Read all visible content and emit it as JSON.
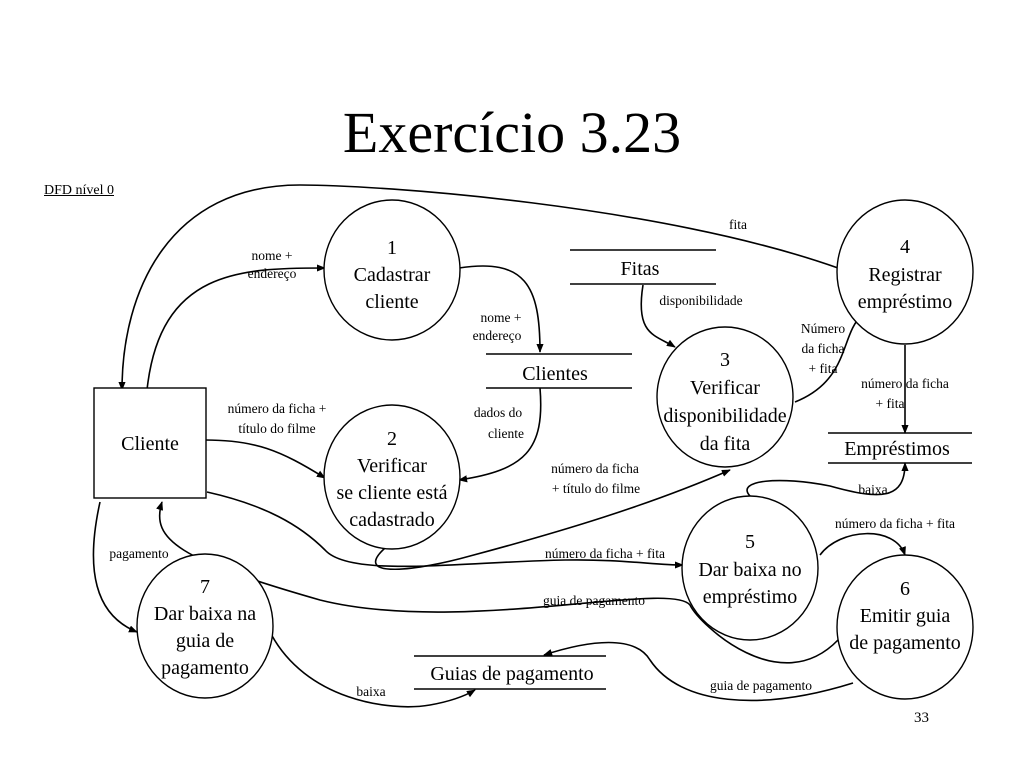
{
  "slide": {
    "title": "Exercício 3.23",
    "subtitle": "DFD nível 0",
    "page_number": "33"
  },
  "entity": {
    "label": "Cliente"
  },
  "processes": [
    {
      "id": "1",
      "lines": [
        "Cadastrar",
        "cliente"
      ]
    },
    {
      "id": "2",
      "lines": [
        "Verificar",
        "se cliente está",
        "cadastrado"
      ]
    },
    {
      "id": "3",
      "lines": [
        "Verificar",
        "disponibilidade",
        "da fita"
      ]
    },
    {
      "id": "4",
      "lines": [
        "Registrar",
        "empréstimo"
      ]
    },
    {
      "id": "5",
      "lines": [
        "Dar baixa no",
        "empréstimo"
      ]
    },
    {
      "id": "6",
      "lines": [
        "Emitir guia",
        "de pagamento"
      ]
    },
    {
      "id": "7",
      "lines": [
        "Dar baixa na",
        "guia de",
        "pagamento"
      ]
    }
  ],
  "stores": {
    "fitas": "Fitas",
    "clientes": "Clientes",
    "emprestimos": "Empréstimos",
    "guias": "Guias de pagamento"
  },
  "flows": {
    "fita": "fita",
    "nome_endereco_1": [
      "nome +",
      "endereço"
    ],
    "nome_endereco_2": [
      "nome +",
      "endereço"
    ],
    "disponibilidade": "disponibilidade",
    "numero_ficha_fita_4": [
      "Número",
      "da ficha",
      "+ fita"
    ],
    "numero_ficha_titulo_2": [
      "número da ficha +",
      "título do filme"
    ],
    "dados_cliente": [
      "dados do",
      "cliente"
    ],
    "numero_ficha_fita_emp": [
      "número da ficha",
      "+ fita"
    ],
    "numero_ficha_titulo_3": [
      "número da ficha",
      "+ título do filme"
    ],
    "baixa_emp": "baixa",
    "numero_ficha_fita_6": "número da ficha + fita",
    "numero_ficha_fita_5": "número da ficha + fita",
    "pagamento": "pagamento",
    "guia_pagamento_1": "guia de pagamento",
    "guia_pagamento_2": "guia de pagamento",
    "baixa_guia": "baixa"
  }
}
